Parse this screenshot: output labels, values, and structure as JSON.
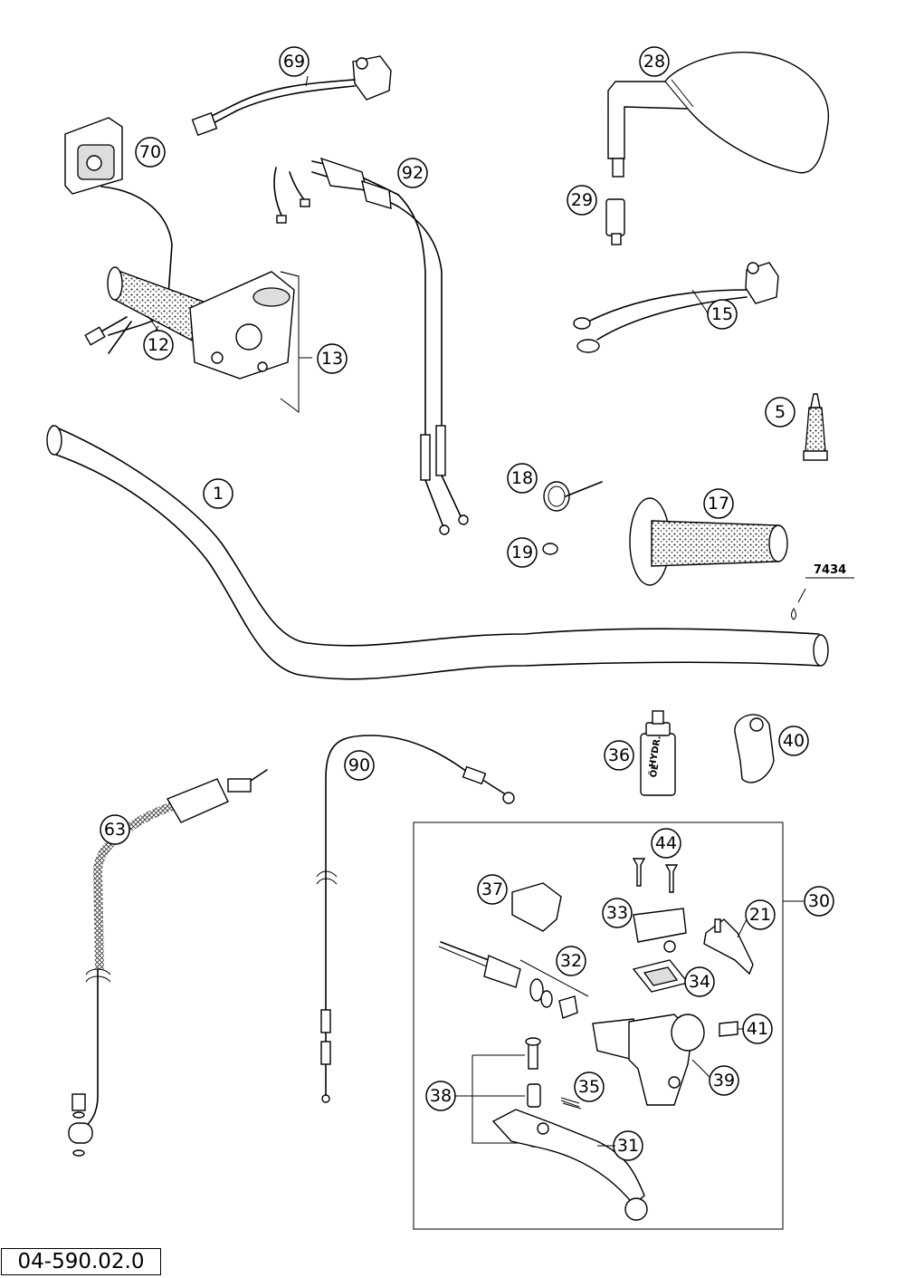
{
  "drawing_code": "04-590.02.0",
  "bottle_label": [
    "HYDR.",
    "ÖL"
  ],
  "reference_code": "7434",
  "callouts": {
    "p1": "1",
    "p5": "5",
    "p12": "12",
    "p13": "13",
    "p15": "15",
    "p17": "17",
    "p18": "18",
    "p19": "19",
    "p21": "21",
    "p28": "28",
    "p29": "29",
    "p30": "30",
    "p31": "31",
    "p32": "32",
    "p33": "33",
    "p34": "34",
    "p35": "35",
    "p36": "36",
    "p37": "37",
    "p38": "38",
    "p39": "39",
    "p40": "40",
    "p41": "41",
    "p44": "44",
    "p63": "63",
    "p69": "69",
    "p70": "70",
    "p90": "90",
    "p92": "92"
  }
}
